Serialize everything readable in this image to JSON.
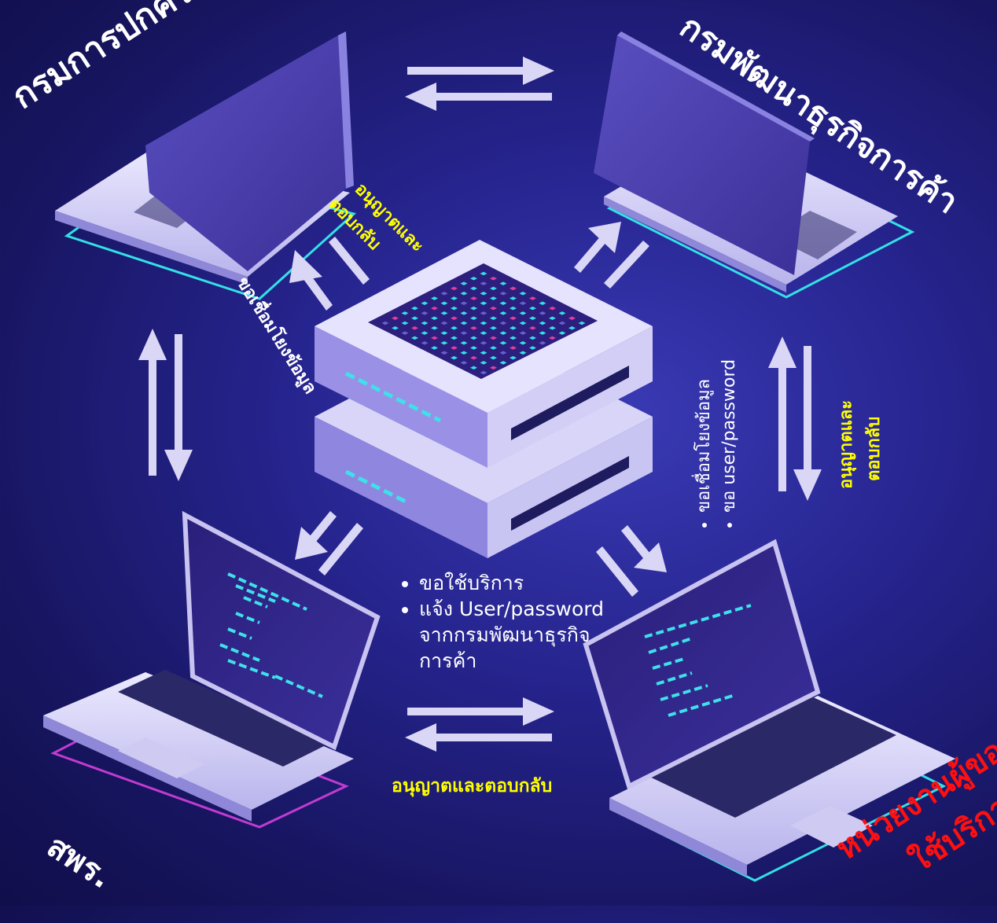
{
  "nodes": {
    "top_left": "กรมการปกครอง",
    "top_right": "กรมพัฒนาธุรกิจการค้า",
    "bottom_left": "สพร.",
    "bottom_right_line1": "หน่วยงานผู้ขอ",
    "bottom_right_line2": "ใช้บริการ"
  },
  "labels": {
    "tl_approve_line1": "อนุญาตและ",
    "tl_approve_line2": "ตอบกลับ",
    "tl_request": "ขอเชื่อมโยงข้อมูล",
    "right_request_items": [
      "ขอเชื่อมโยงข้อมูล",
      "ขอ user/password"
    ],
    "right_approve_line1": "อนุญาตและ",
    "right_approve_line2": "ตอบกลับ",
    "bottom_request_items": [
      "ขอใช้บริการ",
      "แจ้ง User/password จากกรมพัฒนาธุรกิจการค้า"
    ],
    "bottom_approve": "อนุญาตและตอบกลับ"
  },
  "colors": {
    "background": "#1a1860",
    "label_white": "#ffffff",
    "label_yellow": "#ffff00",
    "label_red": "#ff1010",
    "arrow": "#d9d7f5",
    "screen": "#4a3ea8",
    "accent_cyan": "#33e0e6"
  }
}
